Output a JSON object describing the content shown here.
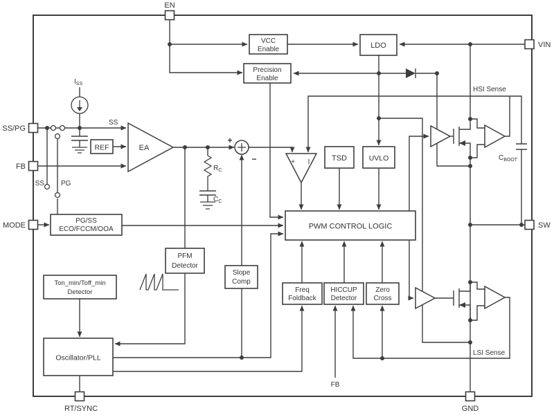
{
  "diagram_type": "ic-functional-block-diagram",
  "colors": {
    "line": "#3d3d3d",
    "text": "#333333",
    "background": "#ffffff"
  },
  "pins": {
    "en": "EN",
    "vin": "VIN",
    "ss_pg": "SS/PG",
    "fb": "FB",
    "mode": "MODE",
    "rt_sync": "RT/SYNC",
    "gnd": "GND",
    "sw": "SW"
  },
  "blocks": {
    "vcc_enable": {
      "l1": "VCC",
      "l2": "Enable"
    },
    "precision_enable": {
      "l1": "Precision",
      "l2": "Enable"
    },
    "ldo": "LDO",
    "ref": "REF",
    "ea": "EA",
    "tsd": "TSD",
    "uvlo": "UVLO",
    "pwm_logic": "PWM CONTROL LOGIC",
    "pg_ss": {
      "l1": "PG/SS",
      "l2": "ECO/FCCM/OOA"
    },
    "pfm": {
      "l1": "PFM",
      "l2": "Detector"
    },
    "slope_comp": {
      "l1": "Slope",
      "l2": "Comp"
    },
    "ton_toff": {
      "l1": "Ton_min/Toff_min",
      "l2": "Detector"
    },
    "oscillator": "Oscillator/PLL",
    "freq_foldback": {
      "l1": "Freq",
      "l2": "Foldback"
    },
    "hiccup": {
      "l1": "HICCUP",
      "l2": "Detector"
    },
    "zero_cross": {
      "l1": "Zero",
      "l2": "Cross"
    }
  },
  "signals": {
    "iss": {
      "main": "I",
      "sub": "SS"
    },
    "ss_to_ea": "SS",
    "ss_switch": "SS",
    "pg_switch": "PG",
    "rc": {
      "main": "R",
      "sub": "C"
    },
    "cc": {
      "main": "C",
      "sub": "C"
    },
    "cboot": {
      "main": "C",
      "sub": "BOOT"
    },
    "hsi_sense": "HSI Sense",
    "lsi_sense": "LSI Sense",
    "fb_bottom": "FB",
    "sum_plus": "+",
    "sum_minus": "−",
    "comp_plus": "+",
    "comp_current": "I"
  }
}
